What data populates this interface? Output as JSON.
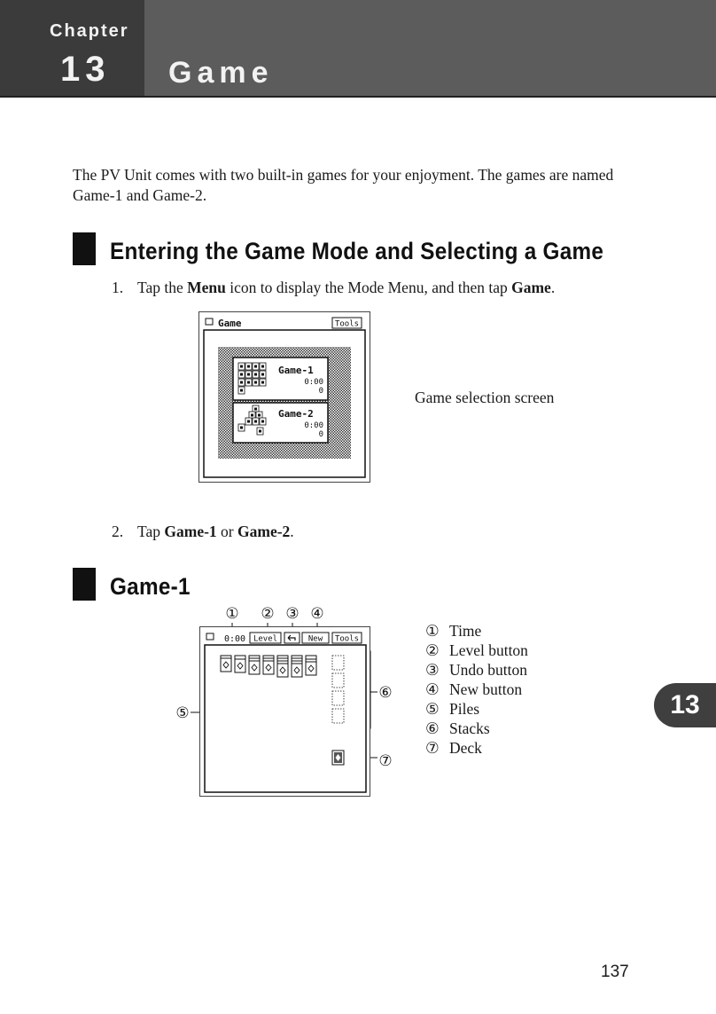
{
  "header": {
    "chapter_label": "Chapter",
    "chapter_number": "13",
    "chapter_title": "Game"
  },
  "intro": "The PV Unit comes with two built-in games for your enjoyment. The games are named Game-1 and Game-2.",
  "section1": {
    "title": "Entering the Game Mode and Selecting a Game",
    "step1": {
      "num": "1.",
      "t1": "Tap the ",
      "b1": "Menu",
      "t2": " icon to display the Mode Menu, and then tap ",
      "b2": "Game",
      "t3": "."
    },
    "screen": {
      "title": "Game",
      "tools": "Tools",
      "game1": {
        "name": "Game-1",
        "time": "0:00",
        "score": "0"
      },
      "game2": {
        "name": "Game-2",
        "time": "0:00",
        "score": "0"
      }
    },
    "caption": "Game selection screen",
    "step2": {
      "num": "2.",
      "t1": "Tap ",
      "b1": "Game-1",
      "t2": " or ",
      "b2": "Game-2",
      "t3": "."
    }
  },
  "section2": {
    "title": "Game-1",
    "screen": {
      "time": "0:00",
      "level": "Level",
      "new": "New",
      "tools": "Tools"
    },
    "callouts": [
      "①",
      "②",
      "③",
      "④",
      "⑤",
      "⑥",
      "⑦"
    ],
    "legend": [
      {
        "num": "①",
        "label": "Time"
      },
      {
        "num": "②",
        "label": "Level button"
      },
      {
        "num": "③",
        "label": "Undo button"
      },
      {
        "num": "④",
        "label": "New button"
      },
      {
        "num": "⑤",
        "label": "Piles"
      },
      {
        "num": "⑥",
        "label": "Stacks"
      },
      {
        "num": "⑦",
        "label": "Deck"
      }
    ]
  },
  "side_tab": "13",
  "page_number": "137",
  "colors": {
    "header_dark": "#3b3b3b",
    "header_mid": "#5c5c5c",
    "tab": "#3f3f3f"
  }
}
